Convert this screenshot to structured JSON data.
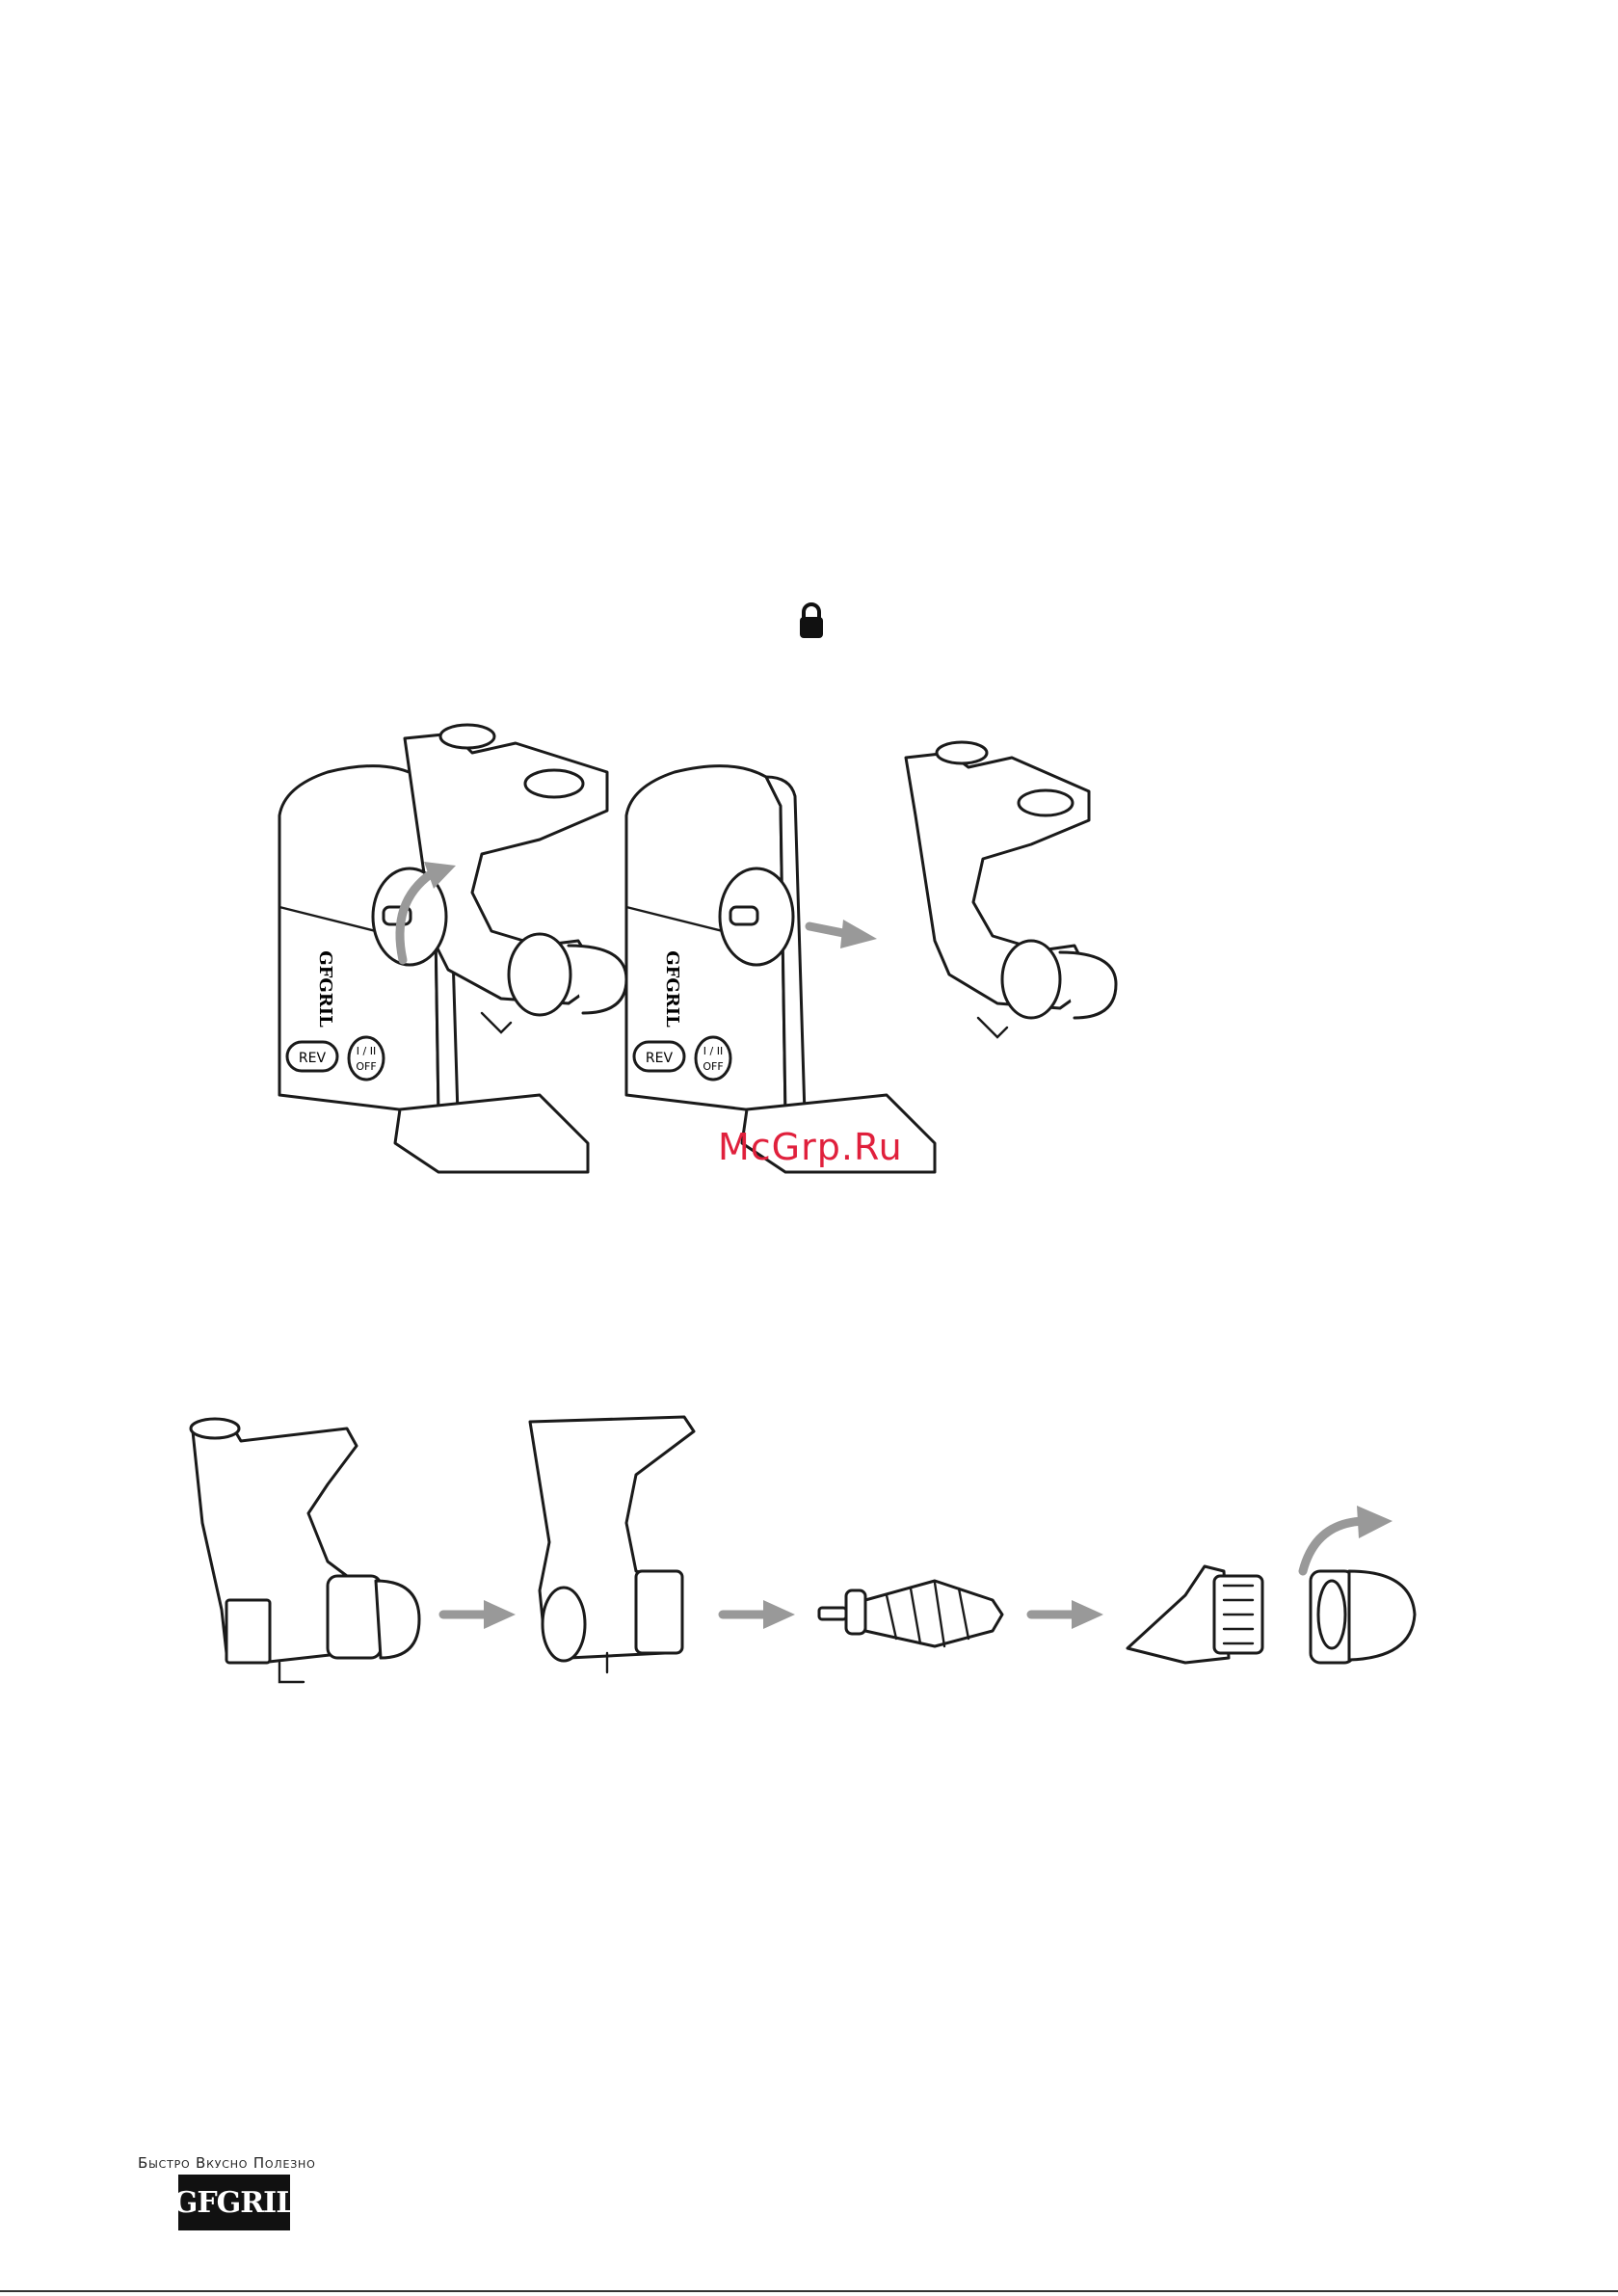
{
  "lock_icon": "lock-icon",
  "watermark": "McGrp.Ru",
  "figure1": {
    "left_unit": {
      "logo": "GFGRIL",
      "button_rev": "REV",
      "button_power_top": "I / II",
      "button_power_bottom": "OFF"
    },
    "right_unit": {
      "logo": "GFGRIL",
      "button_rev": "REV",
      "button_power_top": "I / II",
      "button_power_bottom": "OFF"
    },
    "arrow_color": "#999999"
  },
  "figure2": {
    "steps": [
      "juicing-head-assembled",
      "juicing-drum",
      "auger-screw",
      "filter-strainer",
      "end-cap"
    ],
    "arrow_color": "#999999"
  },
  "footer": {
    "tagline": "Быстро Вкусно Полезно",
    "logo": "GFGRIL"
  }
}
